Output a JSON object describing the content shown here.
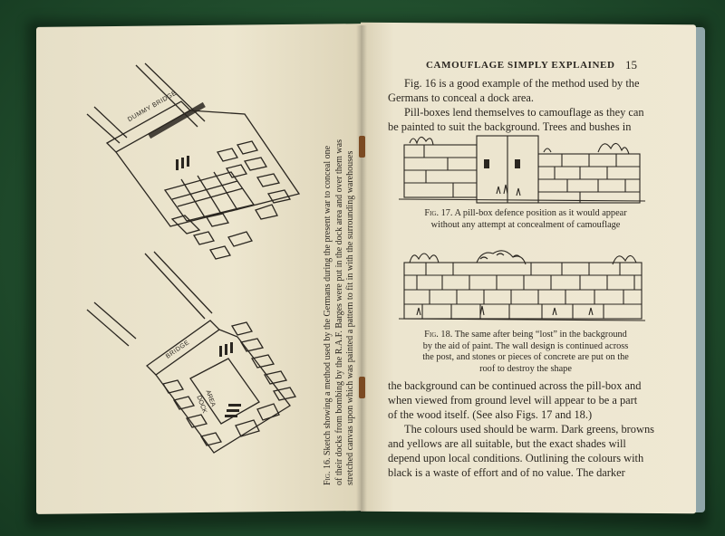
{
  "running_head": "CAMOUFLAGE SIMPLY EXPLAINED",
  "page_number": "15",
  "right_page": {
    "para1_line1": "Fig. 16 is a good example of the method used by the",
    "para1_line2": "Germans to conceal a dock area.",
    "para2_line1": "Pill-boxes lend themselves to camouflage as they can",
    "para2_line2": "be painted to suit the background. Trees and bushes in",
    "fig17_caption_label": "Fig. 17.",
    "fig17_caption_line1": "A pill-box defence position as it would appear",
    "fig17_caption_line2": "without any attempt at concealment of camouflage",
    "fig18_caption_label": "Fig. 18.",
    "fig18_caption_line1": "The same after being “lost” in the background",
    "fig18_caption_line2": "by the aid of paint. The wall design is continued across",
    "fig18_caption_line3": "the post, and stones or pieces of concrete are put on the",
    "fig18_caption_line4": "roof to destroy the shape",
    "para3_line1": "the background can be continued across the pill-box and",
    "para3_line2": "when viewed from ground level will appear to be a part",
    "para3_line3": "of the wood itself. (See also Figs. 17 and 18.)",
    "para4_line1": "The colours used should be warm. Dark greens, browns",
    "para4_line2": "and yellows are all suitable, but the exact shades will",
    "para4_line3": "depend upon local conditions. Outlining the colours with",
    "para4_line4": "black is a waste of effort and of no value. The darker"
  },
  "left_page": {
    "fig16_label": "Fig. 16.",
    "fig16_line1": "Sketch showing a method used by the Germans during the present war to conceal one",
    "fig16_line2": "of their docks from bombing by the R.A.F. Barges were put in the dock area and over them was",
    "fig16_line3": "stretched canvas upon which was painted a pattern to fit in with the surrounding warehouses",
    "top_sketch_label": "DUMMY BRIDGE",
    "bottom_sketch_bridge_label": "BRIDGE",
    "bottom_sketch_dock_label1": "DOCK",
    "bottom_sketch_dock_label2": "AREA"
  },
  "colors": {
    "felt": "#1f4a2b",
    "paper": "#ece5cf",
    "ink": "#2a2620",
    "cover": "#8fa5a8",
    "staple": "#7b4a22"
  }
}
